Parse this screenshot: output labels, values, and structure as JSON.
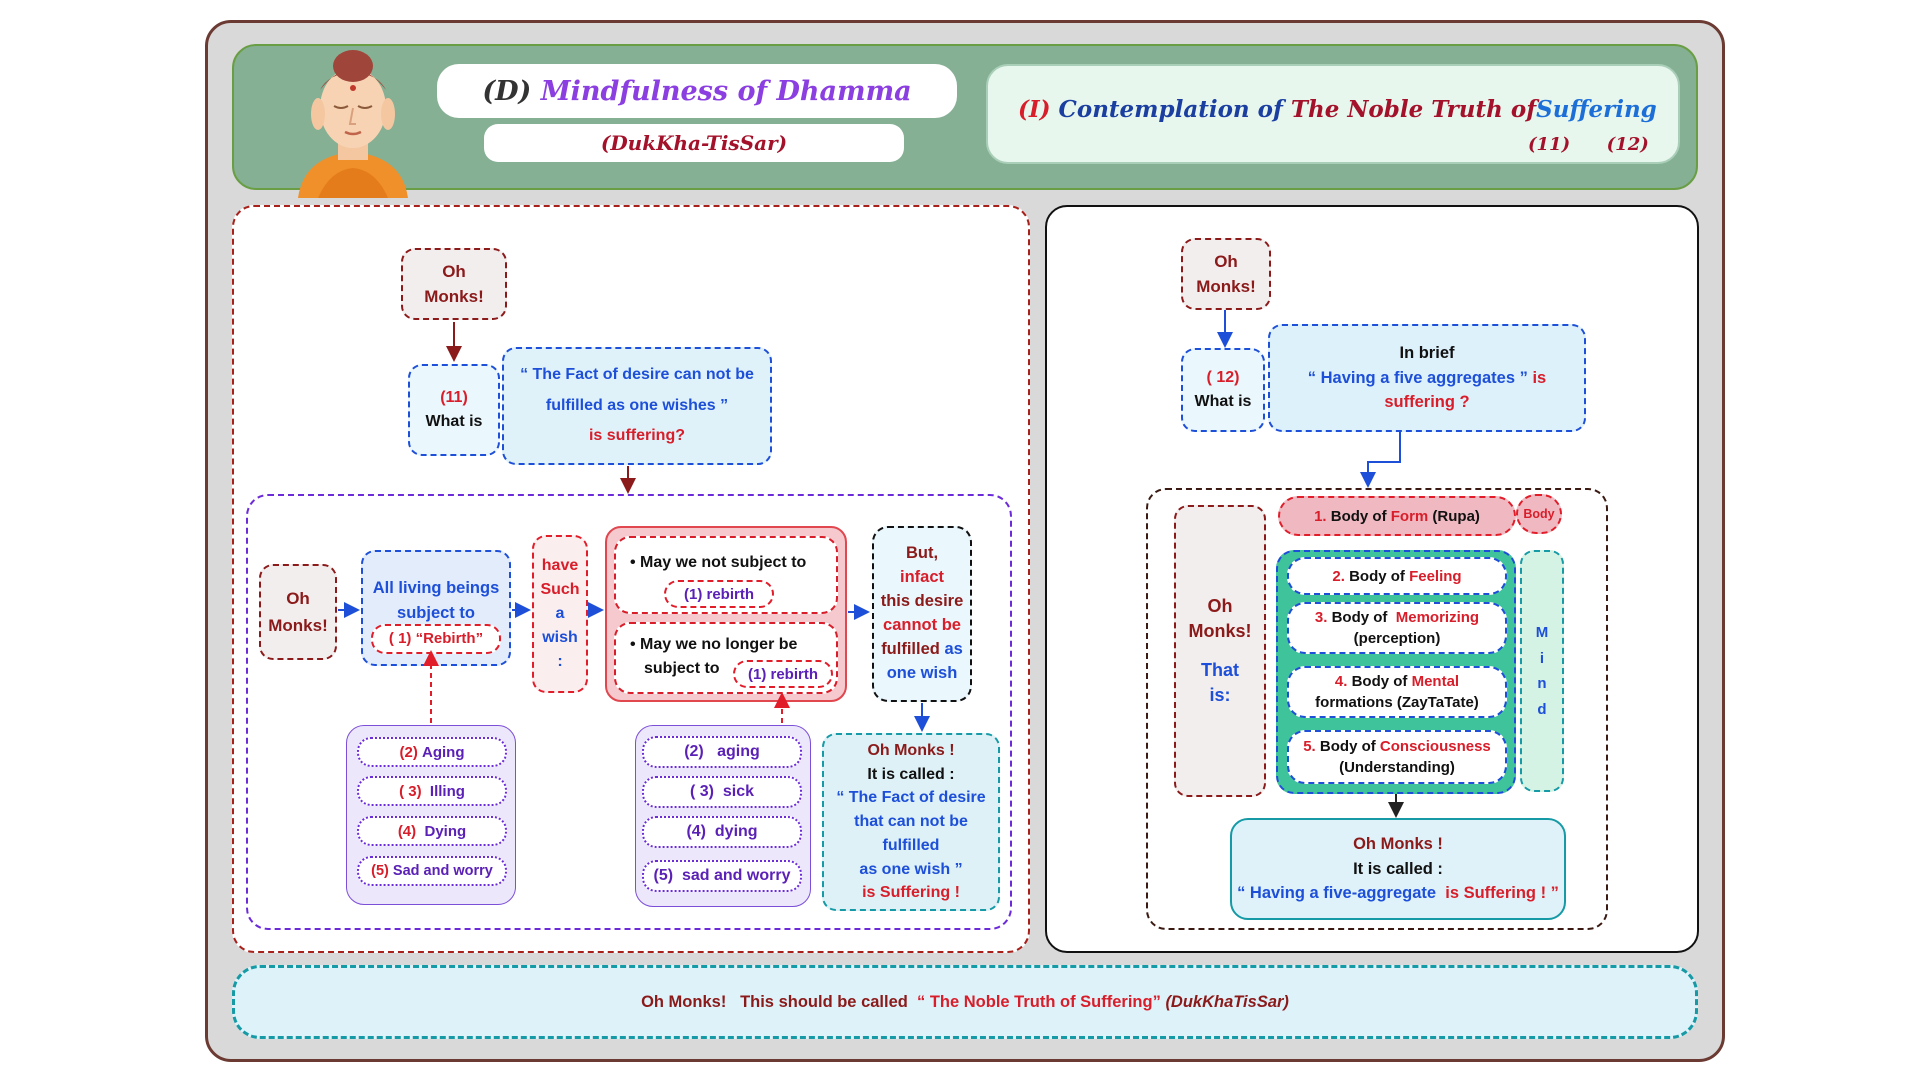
{
  "header": {
    "left_prefix": "(D)",
    "left_title": "Mindfulness of Dhamma",
    "left_subtitle": "(DukKha-TisSar)",
    "right_prefix": "(I)",
    "right_part1": "Contemplation of",
    "right_part2": "The Noble Truth of",
    "right_part3": "Suffering",
    "right_num1": "(11)",
    "right_num2": "(12)"
  },
  "left": {
    "oh_monks_top": [
      "Oh",
      "Monks!"
    ],
    "what_is": {
      "num": "(11)",
      "label": "What is"
    },
    "question": {
      "line1": "“ The Fact of desire can not be",
      "line2": "fulfilled as one wishes ”",
      "line3": "is suffering?"
    },
    "oh_monks_side": [
      "Oh",
      "Monks!"
    ],
    "all_beings": {
      "line1": "All living beings",
      "line2": "subject to",
      "tag": "( 1)  “Rebirth”"
    },
    "have_wish": [
      "have",
      "Such",
      "a",
      "wish",
      ":"
    ],
    "wish1": {
      "text": "• May we not subject to",
      "tag": "(1)  rebirth"
    },
    "wish2": {
      "line1": "• May we no longer be",
      "line2": "subject to",
      "tag": "(1)  rebirth"
    },
    "but": {
      "line1": "But,",
      "line2": "infact",
      "line3": "this desire",
      "line4": "cannot be",
      "line5a": "fulfilled",
      "line5b": "as",
      "line6": "one wish"
    },
    "causes_a": [
      {
        "num": "(2)",
        "text": "Aging"
      },
      {
        "num": "( 3)",
        "text": "Illing"
      },
      {
        "num": "(4)",
        "text": "Dying"
      },
      {
        "num": "(5)",
        "text": "Sad and worry"
      }
    ],
    "causes_b": [
      {
        "num": "(2)",
        "text": "aging"
      },
      {
        "num": "( 3)",
        "text": "sick"
      },
      {
        "num": "(4)",
        "text": "dying"
      },
      {
        "num": "(5)",
        "text": "sad and worry"
      }
    ],
    "called": {
      "line1": "Oh Monks !",
      "line2": "It is called :",
      "line3": "“ The Fact of desire",
      "line4": "that can not be",
      "line5": "fulfilled",
      "line6": "as one wish  ”",
      "line7": "is Suffering !"
    }
  },
  "right": {
    "oh_monks_top": [
      "Oh",
      "Monks!"
    ],
    "what_is": {
      "num": "( 12)",
      "label": "What is"
    },
    "in_brief": {
      "line1": "In brief",
      "line2a": "“ Having  a five aggregates  ”",
      "line2b": "is",
      "line3": "suffering ?"
    },
    "that_is": {
      "line1": "Oh",
      "line2": "Monks!",
      "line3": "That",
      "line4": "is:"
    },
    "aggregates": [
      {
        "num": "1.",
        "pre": "Body of",
        "hl": "Form",
        "post": "(Rupa)"
      },
      {
        "num": "2.",
        "pre": "Body of",
        "hl": "Feeling",
        "post": ""
      },
      {
        "num": "3.",
        "pre": "Body of",
        "hl": "Memorizing",
        "post": "(perception)"
      },
      {
        "num": "4.",
        "pre": "Body of",
        "hl": "Mental",
        "post": "formations (ZayTaTate)"
      },
      {
        "num": "5.",
        "pre": "Body of",
        "hl": "Consciousness",
        "post": "(Understanding)"
      }
    ],
    "body_tag": "Body",
    "mind_tag": [
      "M",
      "i",
      "n",
      "d"
    ],
    "called": {
      "line1": "Oh Monks !",
      "line2": "It is called :",
      "line3a": "“ Having a five-aggregate",
      "line3b": "is Suffering ! ”"
    }
  },
  "footer": {
    "part1": "Oh Monks!   This should be called",
    "part2": "“ The Noble Truth of Suffering”",
    "part3": "(DukKhaTisSar)"
  },
  "colors": {
    "frame": "#d9d9d9",
    "header": "#85b094",
    "dark_red": "#8b1a1a",
    "red": "#d81e2a",
    "blue": "#1d4fd8",
    "purple": "#6b2bd9",
    "teal": "#159aa6"
  },
  "icons": [
    "buddha-icon"
  ]
}
